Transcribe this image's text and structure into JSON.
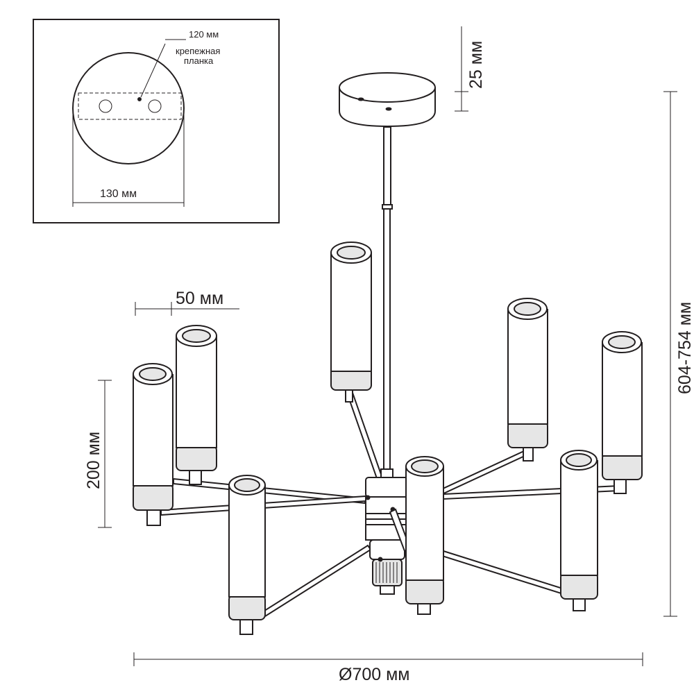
{
  "inset": {
    "plate_width_label": "120 мм",
    "bracket_label_line1": "крепежная",
    "bracket_label_line2": "планка",
    "canopy_diameter_label": "130 мм"
  },
  "dimensions": {
    "canopy_height": "25 мм",
    "total_height": "604-754 мм",
    "shade_diameter": "50 мм",
    "shade_height": "200 мм",
    "overall_diameter": "Ø700 мм"
  }
}
